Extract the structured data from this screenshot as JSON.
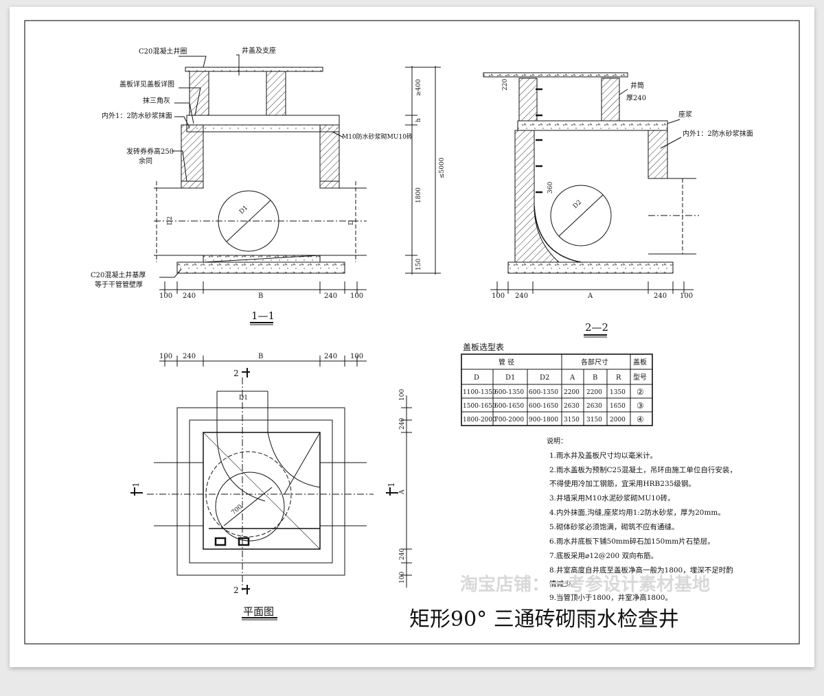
{
  "title": "矩形90° 三通砖砌雨水检查井",
  "watermark": "淘宝店铺：一考参设计素材基地",
  "section_1": {
    "label": "1—1",
    "labels": [
      "C20混凝土井圈",
      "井盖及支座",
      "盖板详见盖板详图",
      "抹三角灰",
      "内外1：2防水砂浆抹面",
      "M10防水砂浆砌MU10砖",
      "发砖券券高250",
      "余同",
      "C20混凝土井基厚",
      "等于干管管壁厚"
    ],
    "dims_bottom": [
      "100",
      "240",
      "B",
      "240",
      "100"
    ],
    "dims_right": [
      "≥400",
      "h",
      "1800",
      "≤5000",
      "150"
    ],
    "pipe": [
      "D1",
      "D2",
      "D"
    ]
  },
  "section_2": {
    "label": "2—2",
    "labels": [
      "井筒",
      "厚240",
      "座浆",
      "内外1：2防水砂浆抹面"
    ],
    "dims_bottom": [
      "100",
      "240",
      "A",
      "240",
      "100"
    ],
    "dims": [
      "220",
      "360"
    ],
    "pipe": "D2"
  },
  "plan": {
    "label": "平面图",
    "dims_top": [
      "100",
      "240",
      "B",
      "240",
      "100"
    ],
    "dims_right": [
      "100",
      "240",
      "A",
      "240",
      "100"
    ],
    "cut_marks": [
      "2",
      "2",
      "1",
      "1"
    ],
    "pipe": [
      "D1",
      "700"
    ]
  },
  "table": {
    "title": "盖板选型表",
    "group_headers": [
      "管 径",
      "各部尺寸",
      "盖板"
    ],
    "sub_headers": [
      "D",
      "D1",
      "D2",
      "A",
      "B",
      "R",
      "型号"
    ],
    "rows": [
      [
        "1100-1350",
        "600-1350",
        "600-1350",
        "2200",
        "2200",
        "1350",
        "②"
      ],
      [
        "1500-1650",
        "600-1650",
        "600-1650",
        "2630",
        "2630",
        "1650",
        "③"
      ],
      [
        "1800-2000",
        "700-2000",
        "900-1800",
        "3150",
        "3150",
        "2000",
        "④"
      ]
    ]
  },
  "notes": {
    "title": "说明：",
    "items": [
      "1.雨水井及盖板尺寸均以毫米计。",
      "2.雨水盖板为预制C25混凝土，吊环由施工单位自行安装，",
      "  不得使用冷加工钢筋，宜采用HRB235级钢。",
      "3.井墙采用M10水泥砂浆砌MU10砖。",
      "4.内外抹面,沟缝,座浆均用1:2防水砂浆，厚为20mm。",
      "5.砌体砂浆必须饱满，砌筑不应有通缝。",
      "6.雨水井底板下铺50mm碎石加150mm片石垫层。",
      "7.底板采用⌀12@200 双向布筋。",
      "8.井室高度自井底至盖板净高一般为1800，埋深不足时酌",
      "  情减少。",
      "9.当管顶小于1800，井室净高1800。"
    ]
  }
}
